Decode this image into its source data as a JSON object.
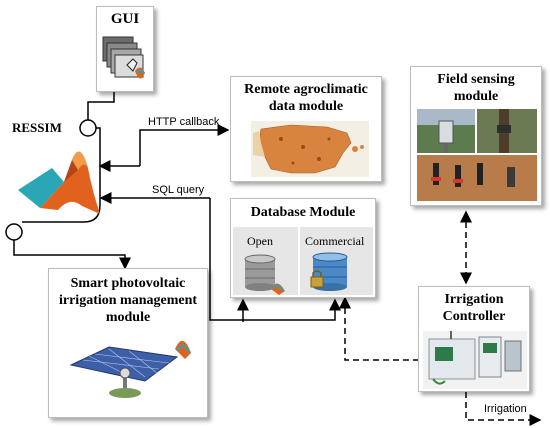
{
  "gui": {
    "title": "GUI"
  },
  "ressim": {
    "label": "RESSIM"
  },
  "remote": {
    "title_line1": "Remote agroclimatic",
    "title_line2": "data module"
  },
  "field": {
    "title_line1": "Field sensing",
    "title_line2": "module"
  },
  "database": {
    "title": "Database Module",
    "open_label": "Open",
    "commercial_label": "Commercial"
  },
  "smart": {
    "title_line1": "Smart photovoltaic",
    "title_line2": "irrigation management",
    "title_line3": "module"
  },
  "controller": {
    "title_line1": "Irrigation",
    "title_line2": "Controller"
  },
  "edges": {
    "http": "HTTP callback",
    "sql": "SQL query",
    "irrigation": "Irrigation"
  },
  "colors": {
    "matlab_orange": "#e0621e",
    "matlab_teal": "#2aa6b5",
    "map_orange": "#d9843e",
    "panel_blue": "#3d5fa8"
  }
}
